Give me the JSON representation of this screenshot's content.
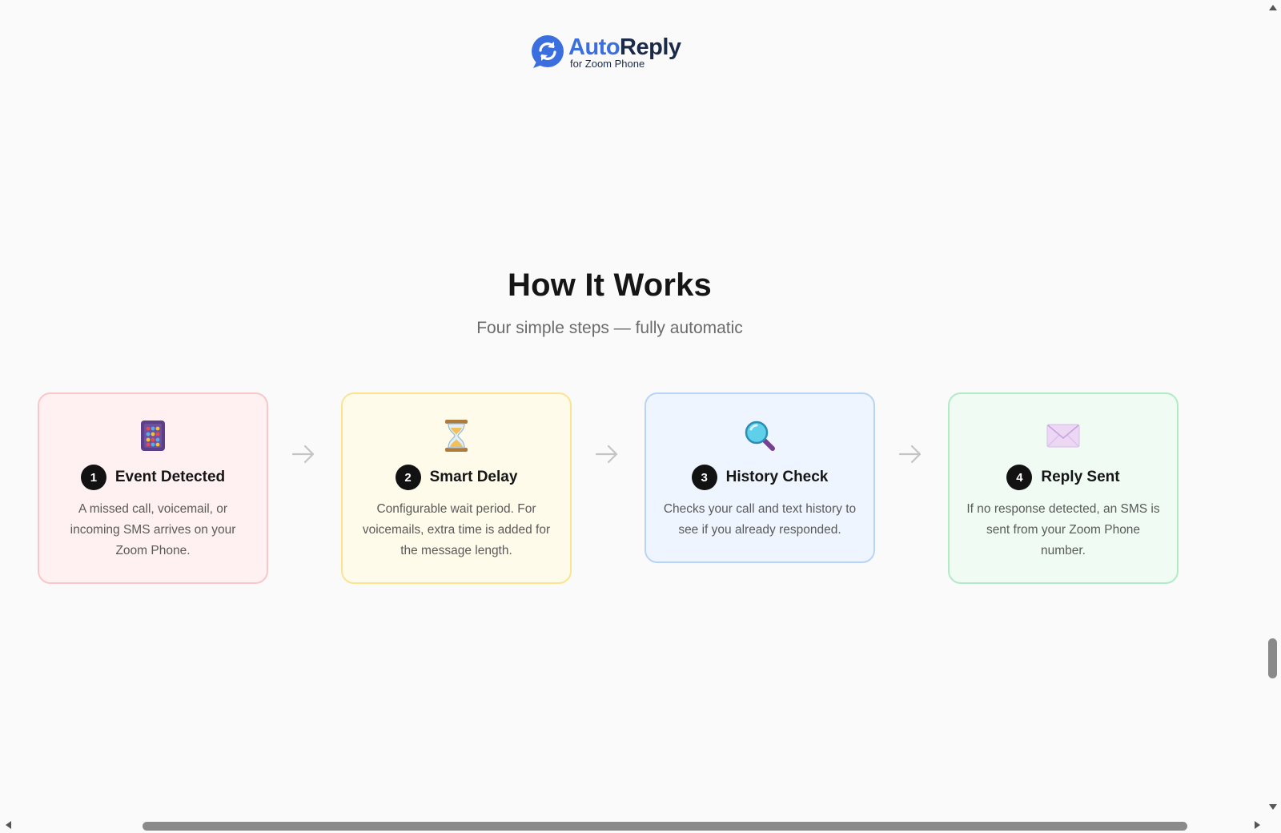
{
  "logo": {
    "name_part1": "Auto",
    "name_part2": "Reply",
    "subtitle": "for Zoom Phone"
  },
  "section": {
    "title": "How It Works",
    "subtitle": "Four simple steps — fully automatic"
  },
  "steps": [
    {
      "number": "1",
      "title": "Event Detected",
      "icon": "abacus-icon",
      "description": "A missed call, voicemail, or incoming SMS arrives on your Zoom Phone."
    },
    {
      "number": "2",
      "title": "Smart Delay",
      "icon": "hourglass-icon",
      "description": "Configurable wait period. For voicemails, extra time is added for the message length."
    },
    {
      "number": "3",
      "title": "History Check",
      "icon": "magnifier-icon",
      "description": "Checks your call and text history to see if you already responded."
    },
    {
      "number": "4",
      "title": "Reply Sent",
      "icon": "envelope-icon",
      "description": "If no response detected, an SMS is sent from your Zoom Phone number."
    }
  ],
  "colors": {
    "brand_blue": "#3b6fe0",
    "brand_navy": "#1c2a4a",
    "step1_bg": "#fff1f1",
    "step2_bg": "#fffbea",
    "step3_bg": "#eef5ff",
    "step4_bg": "#effbf3"
  }
}
